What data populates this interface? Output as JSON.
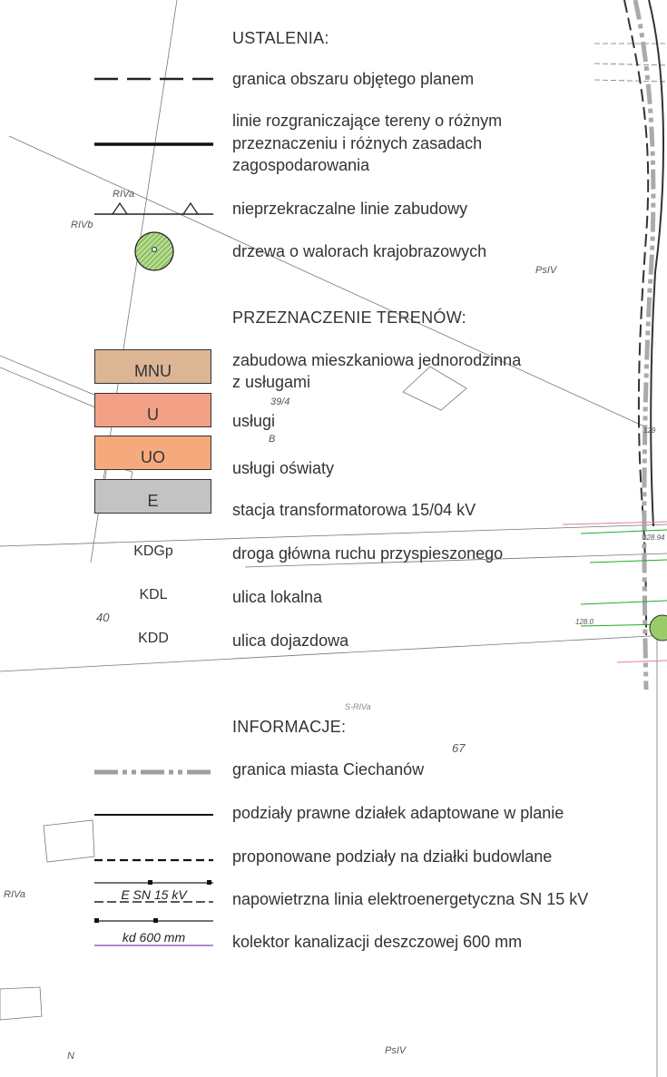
{
  "sections": {
    "ustalenia": "USTALENIA:",
    "przeznaczenie": "PRZEZNACZENIE TERENÓW:",
    "informacje": "INFORMACJE:"
  },
  "ustalenia_items": [
    {
      "symbol": "long-dashed-line",
      "text": "granica obszaru objętego planem"
    },
    {
      "symbol": "thick-solid-line",
      "text": [
        "linie rozgraniczające tereny o różnym",
        "przeznaczeniu i różnych zasadach",
        "zagospodarowania"
      ]
    },
    {
      "symbol": "line-with-triangles",
      "text": "nieprzekraczalne linie zabudowy"
    },
    {
      "symbol": "tree-circle",
      "text": "drzewa o walorach krajobrazowych"
    }
  ],
  "land_use": [
    {
      "code": "MNU",
      "color": "#dcb595",
      "text": [
        "zabudowa mieszkaniowa jednorodzinna",
        "z usługami"
      ]
    },
    {
      "code": "U",
      "color": "#f2a187",
      "text": "usługi"
    },
    {
      "code": "UO",
      "color": "#f5aa7d",
      "text": "usługi oświaty"
    },
    {
      "code": "E",
      "color": "#c3c3c3",
      "text": "stacja transformatorowa 15/04 kV"
    },
    {
      "code": "KDGp",
      "text": "droga główna ruchu przyspieszonego"
    },
    {
      "code": "KDL",
      "text": "ulica lokalna"
    },
    {
      "code": "KDD",
      "text": "ulica dojazdowa"
    }
  ],
  "informacje_items": [
    {
      "symbol": "gray-dash-dot-line",
      "text": "granica miasta Ciechanów"
    },
    {
      "symbol": "solid-line",
      "text": "podziały prawne działek adaptowane w planie"
    },
    {
      "symbol": "dashed-line",
      "text": "proponowane podziały na działki budowlane"
    },
    {
      "symbol": "power-line",
      "label": "E SN 15 kV",
      "text": "napowietrzna linia elektroenergetyczna SN 15 kV"
    },
    {
      "symbol": "purple-line",
      "label": "kd 600 mm",
      "text": "kolektor kanalizacji deszczowej 600 mm"
    }
  ],
  "map_labels": [
    "RIVa",
    "RIVb",
    "PsIV",
    "39/4",
    "B",
    "40",
    "67",
    "RIVa",
    "N",
    "PsIV",
    "129",
    "128.94",
    "128.0",
    "S-RIVa"
  ]
}
